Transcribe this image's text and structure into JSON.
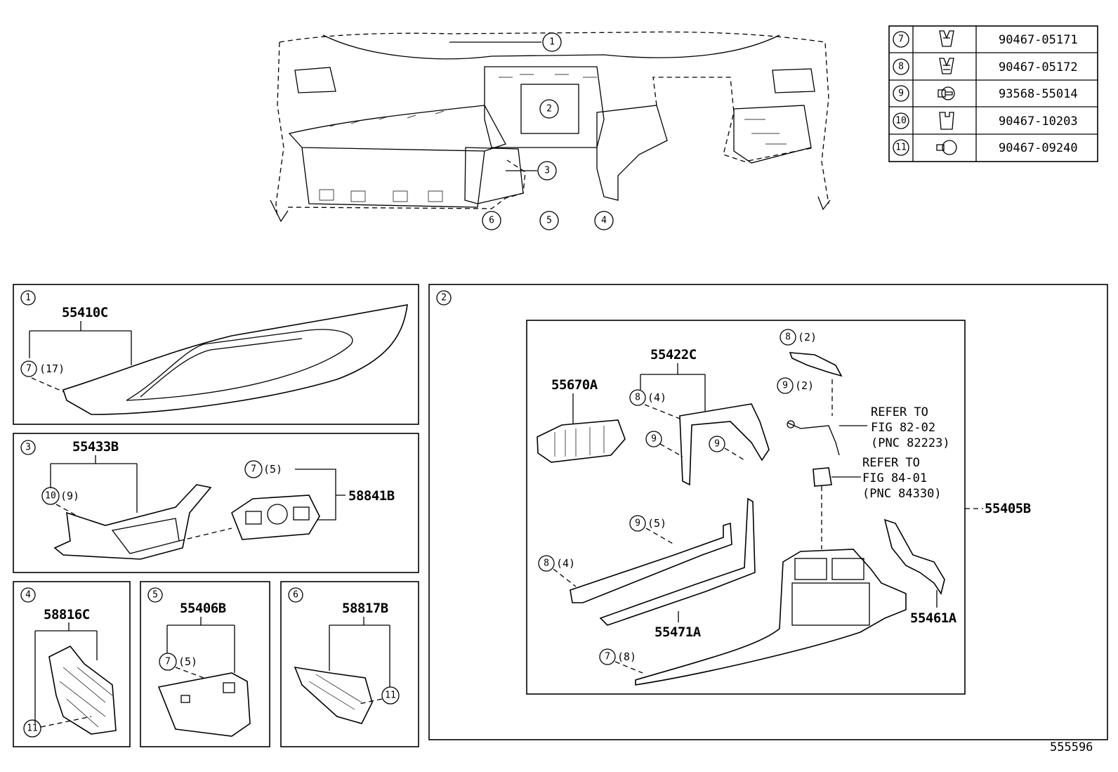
{
  "callouts_main": [
    "1",
    "2",
    "3",
    "4",
    "5",
    "6"
  ],
  "fastener_table": [
    {
      "ref": "7",
      "part_no": "90467-05171",
      "icon": "clip-icon"
    },
    {
      "ref": "8",
      "part_no": "90467-05172",
      "icon": "clip-icon"
    },
    {
      "ref": "9",
      "part_no": "93568-55014",
      "icon": "screw-icon"
    },
    {
      "ref": "10",
      "part_no": "90467-10203",
      "icon": "clip-icon"
    },
    {
      "ref": "11",
      "part_no": "90467-09240",
      "icon": "rivet-icon"
    }
  ],
  "panels": {
    "p1": {
      "no": "1",
      "part": "55410C",
      "fastener": "7",
      "qty": "(17)"
    },
    "p2": {
      "no": "2",
      "assembly": "55405B",
      "vent": "55670A",
      "bracket": "55422C",
      "bracket_f1": "8",
      "bracket_f1_qty": "(4)",
      "bracket_f2": "9",
      "bracket_f3": "9",
      "side_f1": "8",
      "side_f1_qty": "(2)",
      "side_f2": "9",
      "side_f2_qty": "(2)",
      "ref1": [
        "REFER TO",
        "FIG 82-02",
        "(PNC 82223)"
      ],
      "ref2": [
        "REFER TO",
        "FIG 84-01",
        "(PNC 84330)"
      ],
      "strip_f1": "9",
      "strip_f1_qty": "(5)",
      "strip_f2": "8",
      "strip_f2_qty": "(4)",
      "strip": "55471A",
      "trim": "55461A",
      "bottom_f": "7",
      "bottom_f_qty": "(8)"
    },
    "p3": {
      "no": "3",
      "part_a": "55433B",
      "fastener_a": "10",
      "qty_a": "(9)",
      "part_b": "58841B",
      "fastener_b": "7",
      "qty_b": "(5)"
    },
    "p4": {
      "no": "4",
      "part": "58816C",
      "fastener": "11"
    },
    "p5": {
      "no": "5",
      "part": "55406B",
      "fastener": "7",
      "qty": "(5)"
    },
    "p6": {
      "no": "6",
      "part": "58817B",
      "fastener": "11"
    }
  },
  "figure_id": "555596"
}
